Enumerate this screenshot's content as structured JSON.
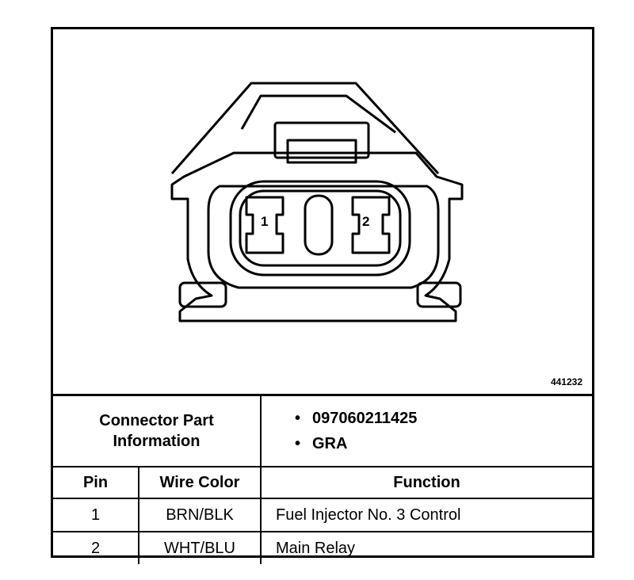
{
  "figure": {
    "number": "441232",
    "pins": [
      {
        "label": "1"
      },
      {
        "label": "2"
      }
    ]
  },
  "connector_info": {
    "label_line1": "Connector Part",
    "label_line2": "Information",
    "items": [
      "097060211425",
      "GRA"
    ]
  },
  "table": {
    "headers": {
      "pin": "Pin",
      "wire_color": "Wire Color",
      "function": "Function"
    },
    "rows": [
      {
        "pin": "1",
        "wire_color": "BRN/BLK",
        "function": "Fuel Injector No. 3 Control"
      },
      {
        "pin": "2",
        "wire_color": "WHT/BLU",
        "function": "Main Relay"
      }
    ]
  }
}
